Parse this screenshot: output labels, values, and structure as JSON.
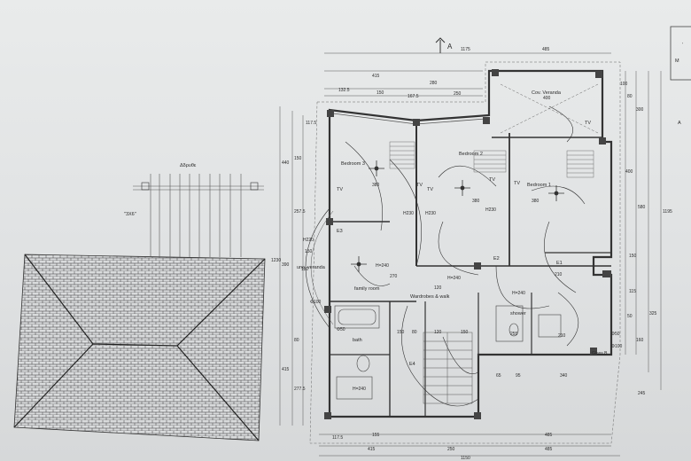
{
  "sheet": {
    "north_mark": "A",
    "pergola_label": "Δδρυθε",
    "pergola_label2": "\"3X6\"",
    "stamp_fragments": [
      "M",
      "’",
      "Α"
    ]
  },
  "dimensions": {
    "top": [
      "1175",
      "485",
      "415",
      "280",
      "132.5",
      "150",
      "167.5",
      "250"
    ],
    "left": [
      "117.5",
      "150",
      "440",
      "257.5",
      "1230",
      "390",
      "80",
      "415",
      "277.5"
    ],
    "right": [
      "100",
      "80",
      "300",
      "400",
      "1195",
      "580",
      "150",
      "115",
      "325",
      "160",
      "50",
      "245"
    ],
    "bottom": [
      "117.5",
      "155",
      "485",
      "415",
      "250",
      "485",
      "1150"
    ],
    "inner": [
      "380",
      "380",
      "380",
      "H230",
      "H230",
      "H230",
      "H220",
      "H=240",
      "H=240",
      "H=240",
      "H=240",
      "270",
      "120",
      "150",
      "150",
      "80",
      "120",
      "255",
      "210",
      "210",
      "65",
      "95",
      "340",
      "150",
      "110",
      "Φ100",
      "Φ50",
      "Φ50",
      "Φ100"
    ]
  },
  "rooms": [
    {
      "name": "Cov. Veranda",
      "size": "400"
    },
    {
      "name": "Bedroom 3",
      "size": ""
    },
    {
      "name": "Bedroom 2",
      "size": ""
    },
    {
      "name": "Bedroom 1",
      "size": ""
    },
    {
      "name": "family room",
      "size": ""
    },
    {
      "name": "unc. veranda",
      "size": ""
    },
    {
      "name": "Wardrobes & walk",
      "size": ""
    },
    {
      "name": "shower",
      "size": ""
    },
    {
      "name": "bath",
      "size": ""
    },
    {
      "name": "E1",
      "size": ""
    },
    {
      "name": "E2",
      "size": ""
    },
    {
      "name": "E3",
      "size": ""
    },
    {
      "name": "E4",
      "size": ""
    }
  ],
  "marks": {
    "tv": [
      "TV",
      "TV",
      "TV",
      "TV",
      "TV",
      "TV"
    ],
    "glass": "Glass B"
  }
}
